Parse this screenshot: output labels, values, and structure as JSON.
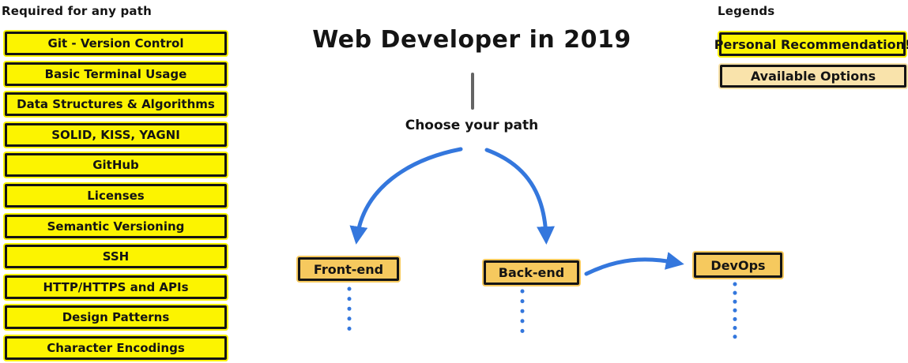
{
  "title": "Web Developer in 2019",
  "subtitle": "Choose your path",
  "required": {
    "heading": "Required for any path",
    "items": [
      "Git - Version Control",
      "Basic Terminal Usage",
      "Data Structures & Algorithms",
      "SOLID, KISS, YAGNI",
      "GitHub",
      "Licenses",
      "Semantic Versioning",
      "SSH",
      "HTTP/HTTPS and APIs",
      "Design Patterns",
      "Character Encodings"
    ]
  },
  "paths": {
    "front_end": "Front-end",
    "back_end": "Back-end",
    "devops": "DevOps"
  },
  "legend": {
    "heading": "Legends",
    "personal_recommendation": "Personal Recommendation!",
    "available_options": "Available Options"
  },
  "colors": {
    "recommendation_yellow": "#fcf400",
    "path_box_amber": "#f6c95e",
    "available_option_cream": "#f9e3ab",
    "arrow_blue": "#3477dd",
    "stem_gray": "#646464",
    "border_black": "#141414"
  }
}
